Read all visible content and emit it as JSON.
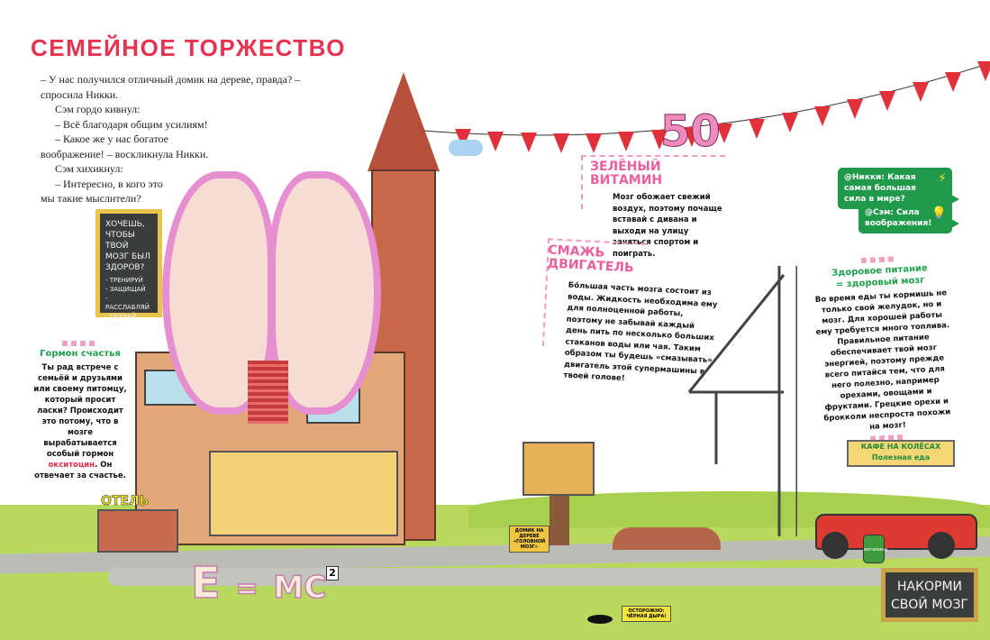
{
  "title": "СЕМЕЙНОЕ ТОРЖЕСТВО",
  "story": [
    "– У нас получился отличный домик на дереве,  правда? – спросила Никки.",
    "Сэм гордо кивнул:",
    "– Всё благодаря общим усилиям!",
    "– Какое же у нас богатое",
    "воображение! – воскликнула Никки.",
    "Сэм хихикнул:",
    "– Интересно, в кого это",
    "мы такие мыслители?"
  ],
  "chalkboard_left": {
    "question": "ХОЧЕШЬ, ЧТОБЫ ТВОЙ МОЗГ БЫЛ ЗДОРОВ?",
    "tips": [
      "- ТРЕНИРУЙ",
      "- ЗАЩИЩАЙ",
      "- РАССЛАБЛЯЙ",
      "- ОБУЧАЙ ЕГО!"
    ]
  },
  "hormone": {
    "heading": "Гормон счастья",
    "text_before": "Ты рад встрече с семьёй и друзьями или своему питомцу, который просит ласки? Происходит это потому, что в мозге вырабатывается особый гормон",
    "highlight": "окситоцин",
    "text_after": ". Он отвечает за счастье.",
    "highlight_color": "#e8304a"
  },
  "hotel_sign": "ОТЕЛЬ",
  "balloon_number": "50",
  "green_vitamin": {
    "heading_line1": "ЗЕЛЁНЫЙ",
    "heading_line2": "ВИТАМИН",
    "text": "Мозг обожает свежий воздух, поэтому почаще вставай с дивана и выходи на улицу заняться спортом и поиграть."
  },
  "lubricate": {
    "heading_line1": "СМАЖЬ",
    "heading_line2": "ДВИГАТЕЛЬ",
    "text": "Бóльшая часть мозга состоит из воды. Жидкость необходима ему для полноценной работы, поэтому не забывай каждый день пить по несколько больших стаканов воды или чая. Таким образом ты будешь «смазывать» двигатель этой супермашины в твоей голове!"
  },
  "chat": [
    {
      "text": "@Никки: Какая самая большая сила в мире?",
      "icon": "lightning-icon"
    },
    {
      "text": "@Сэм: Сила воображения!",
      "icon": "lightbulb-icon"
    }
  ],
  "nutrition": {
    "heading": "Здоровое питание = здоровый мозг",
    "text": "Во время еды ты кормишь не только свой желудок, но и мозг. Для хорошей работы ему требуется много топлива. Правильное питание обеспечивает твой мозг энергией, поэтому прежде всего питайся тем, что для него полезно, например орехами, овощами и фруктами. Грецкие орехи и брокколи неспроста похожи на мозг!"
  },
  "cafe_sign": {
    "line1": "КАФЕ НА КОЛЁСАХ",
    "line2": "Полезная еда"
  },
  "jar_label": "витамины",
  "treehouse_sign": "ДОМИК НА ДЕРЕВЕ «ГОЛОВНОЙ МОЗГ»",
  "warning_sign": "ОСТОРОЖНО: ЧЁРНАЯ ДЫРА!",
  "formula": {
    "e": "E",
    "eq": "=",
    "mc": "MC",
    "exp": "2"
  },
  "chalkboard_right": {
    "line1": "НАКОРМИ",
    "line2": "СВОЙ МОЗГ"
  },
  "colors": {
    "title": "#e63450",
    "pink": "#ec5f9e",
    "green": "#1f9a4a",
    "grass": "#b8d85e",
    "path": "#b9b9b4",
    "flag": "#e0303a"
  }
}
